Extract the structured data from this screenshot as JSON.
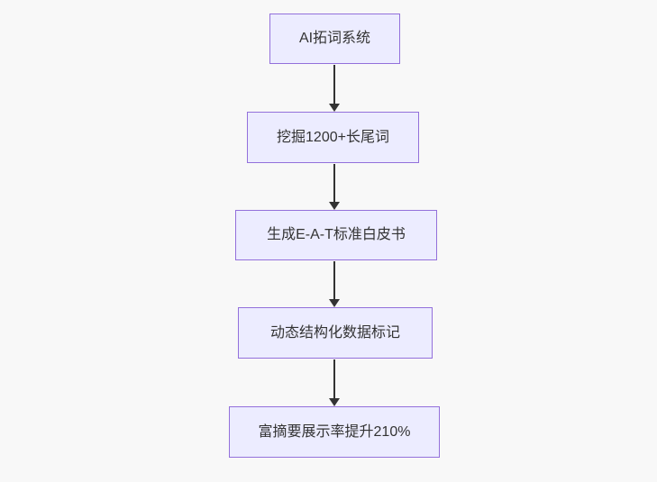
{
  "diagram": {
    "type": "flowchart",
    "direction": "top-down",
    "nodes": [
      {
        "id": "n1",
        "label": "AI拓词系统"
      },
      {
        "id": "n2",
        "label": "挖掘1200+长尾词"
      },
      {
        "id": "n3",
        "label": "生成E-A-T标准白皮书"
      },
      {
        "id": "n4",
        "label": "动态结构化数据标记"
      },
      {
        "id": "n5",
        "label": "富摘要展示率提升210%"
      }
    ],
    "edges": [
      {
        "from": "n1",
        "to": "n2"
      },
      {
        "from": "n2",
        "to": "n3"
      },
      {
        "from": "n3",
        "to": "n4"
      },
      {
        "from": "n4",
        "to": "n5"
      }
    ],
    "colors": {
      "node_fill": "#ECECFF",
      "node_border": "#9370DB",
      "edge": "#333333",
      "text": "#333333",
      "background": "#F8F8F8"
    }
  }
}
